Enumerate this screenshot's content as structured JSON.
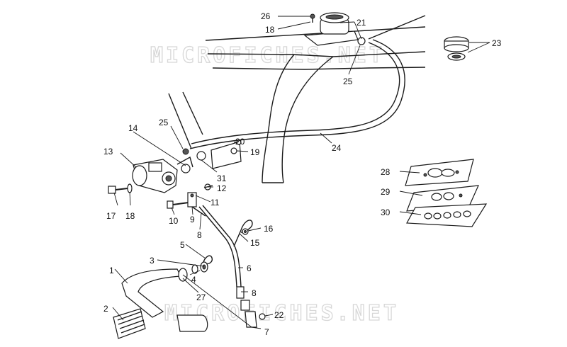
{
  "watermark": "MICROFICHES.NET",
  "callouts": {
    "c1": "1",
    "c2": "2",
    "c3": "3",
    "c4": "4",
    "c5": "5",
    "c6": "6",
    "c7": "7",
    "c8a": "8",
    "c8b": "8",
    "c9": "9",
    "c10": "10",
    "c11": "11",
    "c12": "12",
    "c13": "13",
    "c14": "14",
    "c15": "15",
    "c16": "16",
    "c17": "17",
    "c18a": "18",
    "c18b": "18",
    "c19": "19",
    "c20": "20",
    "c21": "21",
    "c22": "22",
    "c23": "23",
    "c24": "24",
    "c25a": "25",
    "c25b": "25",
    "c26": "26",
    "c27": "27",
    "c28": "28",
    "c29": "29",
    "c30": "30",
    "c31": "31"
  }
}
